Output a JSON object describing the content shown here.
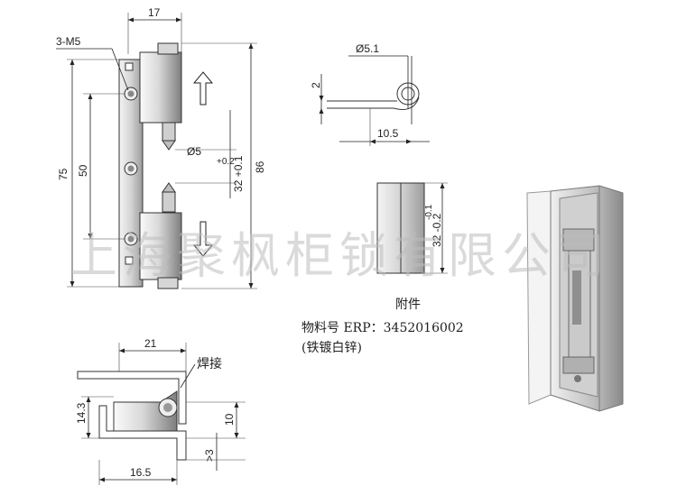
{
  "dimensions": {
    "width_17": "17",
    "thread_label": "3-M5",
    "dia_5": "Ø5",
    "tol_plus": "+0.2",
    "tol_plus2": "32 +0.1",
    "h_86": "86",
    "h_75": "75",
    "h_50": "50",
    "dia_51": "Ø5.1",
    "thick_2": "2",
    "len_105": "10.5",
    "acc_tol": "32 -0.2",
    "acc_tol_top": "-0.1",
    "w_21": "21",
    "weld": "焊接",
    "h_143": "14.3",
    "h_10": "10",
    "gt3": ">3",
    "w_165": "16.5"
  },
  "accessory": {
    "title": "附件",
    "erp": "物料号 ERP：3452016002",
    "finish": "(铁镀白锌)"
  },
  "watermark": "上海聚枫柜锁有限公司",
  "colors": {
    "metal_light": "#e6e6e6",
    "metal_mid": "#c8c8c8",
    "metal_dark": "#8a8a8a",
    "line": "#222222"
  }
}
